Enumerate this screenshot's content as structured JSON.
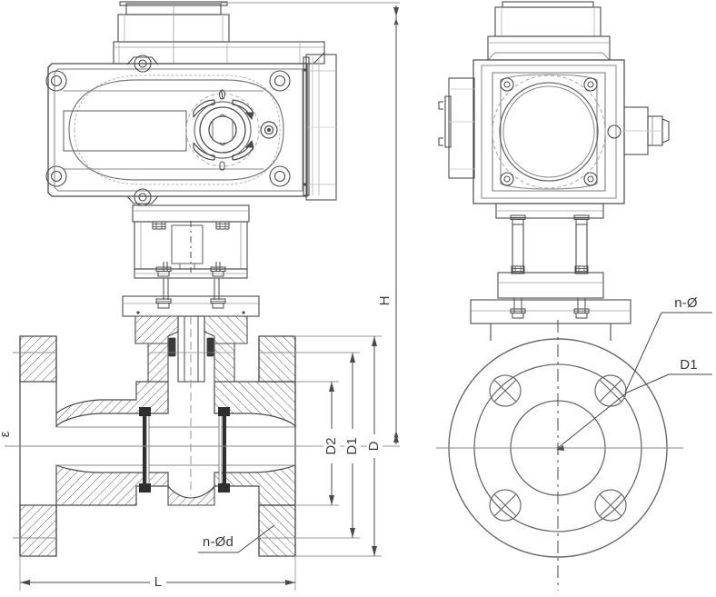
{
  "drawing": {
    "title": "Electric actuated flanged ball valve - technical drawing",
    "background_color": "#ffffff",
    "line_color": "#4a4a4a",
    "line_color_light": "#8a8a8a",
    "hatch_color": "#5a5a5a",
    "text_color": "#3a3a3a"
  },
  "views": {
    "front": {
      "name": "front-section-view",
      "description": "Sectioned front elevation of electric actuator mounted on flanged ball valve"
    },
    "side": {
      "name": "side-flange-view",
      "description": "Side elevation with circular flange face showing bolt circle"
    }
  },
  "dimensions": {
    "H": {
      "label": "H",
      "name": "overall-height",
      "orientation": "vertical"
    },
    "D": {
      "label": "D",
      "name": "flange-outer-diameter",
      "orientation": "vertical"
    },
    "D1": {
      "label": "D1",
      "name": "bolt-circle-diameter",
      "orientation": "vertical"
    },
    "D2": {
      "label": "D2",
      "name": "raised-face-diameter",
      "orientation": "vertical"
    },
    "L": {
      "label": "L",
      "name": "face-to-face-length",
      "orientation": "horizontal"
    },
    "d": {
      "label": "n-Ød",
      "name": "bolt-hole-count-diameter",
      "orientation": "leader"
    },
    "nphi": {
      "label": "n-Ø",
      "name": "bolt-hole-count-diameter-side",
      "orientation": "leader"
    },
    "D1_side": {
      "label": "D1",
      "name": "bolt-circle-diameter-side",
      "orientation": "leader"
    },
    "edge": {
      "label": "ε",
      "name": "left-edge-partial-label",
      "orientation": "vertical"
    }
  }
}
